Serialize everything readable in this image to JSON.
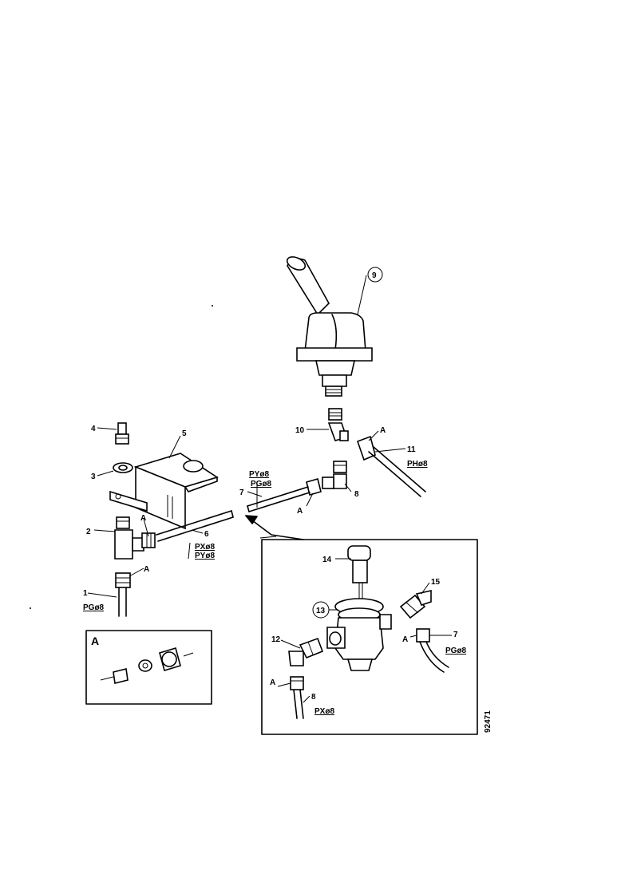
{
  "callouts": {
    "c1": "1",
    "c2": "2",
    "c3": "3",
    "c4": "4",
    "c5": "5",
    "c6": "6",
    "c7": "7",
    "c8": "8",
    "c9": "9",
    "c10": "10",
    "c11": "11",
    "c12": "12",
    "c13": "13",
    "c14": "14",
    "c15": "15"
  },
  "detail_marker": "A",
  "pipe_codes": {
    "pg_main": "PGø8",
    "pg_inset": "PGø8",
    "py_top": "PYø8",
    "pg_top": "PGø8",
    "px_mid": "PXø8",
    "py_mid": "PYø8",
    "ph": "PHø8",
    "px_inset": "PXø8"
  },
  "inset_title": "A",
  "drawing_number": "92471"
}
